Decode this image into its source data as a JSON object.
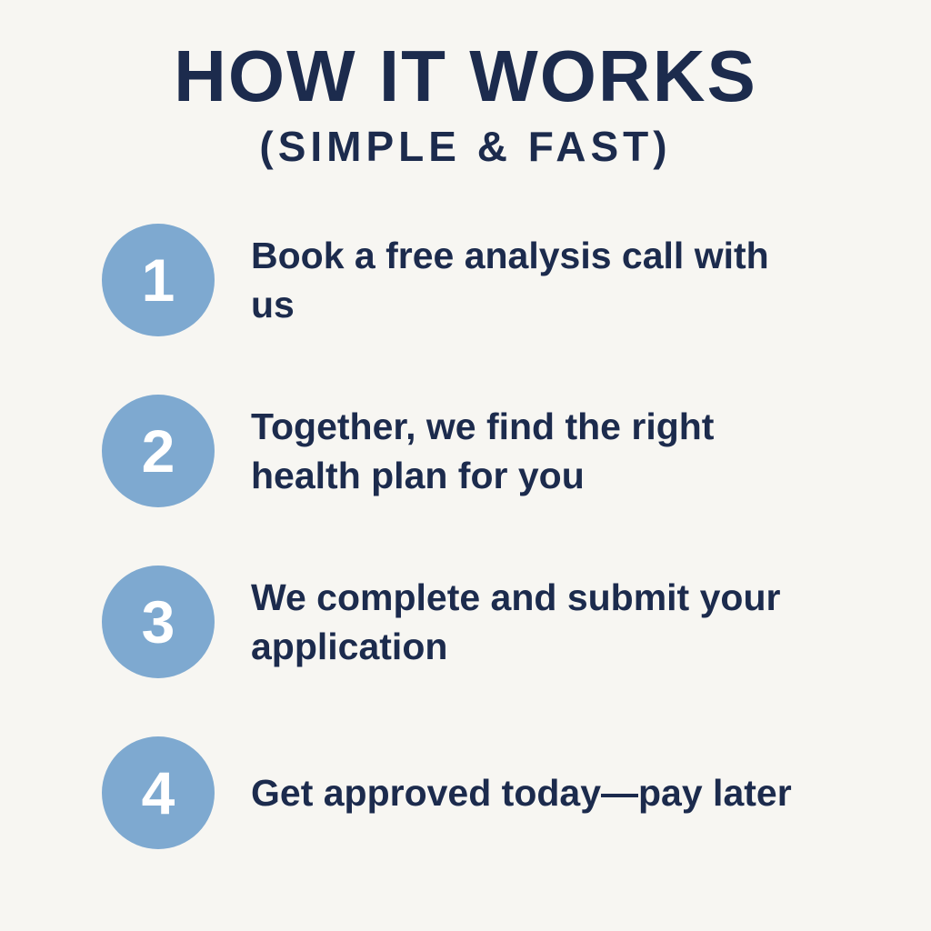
{
  "header": {
    "title": "HOW IT WORKS",
    "subtitle": "(SIMPLE & FAST)"
  },
  "colors": {
    "background": "#f7f6f2",
    "accent_circle": "#7ea9d0",
    "text": "#1c2b4d",
    "circle_number": "#ffffff"
  },
  "steps": [
    {
      "number": "1",
      "text": "Book a free analysis call with us"
    },
    {
      "number": "2",
      "text": "Together, we find the right health plan for you"
    },
    {
      "number": "3",
      "text": "We complete and submit your application"
    },
    {
      "number": "4",
      "text": "Get approved today—pay later"
    }
  ]
}
